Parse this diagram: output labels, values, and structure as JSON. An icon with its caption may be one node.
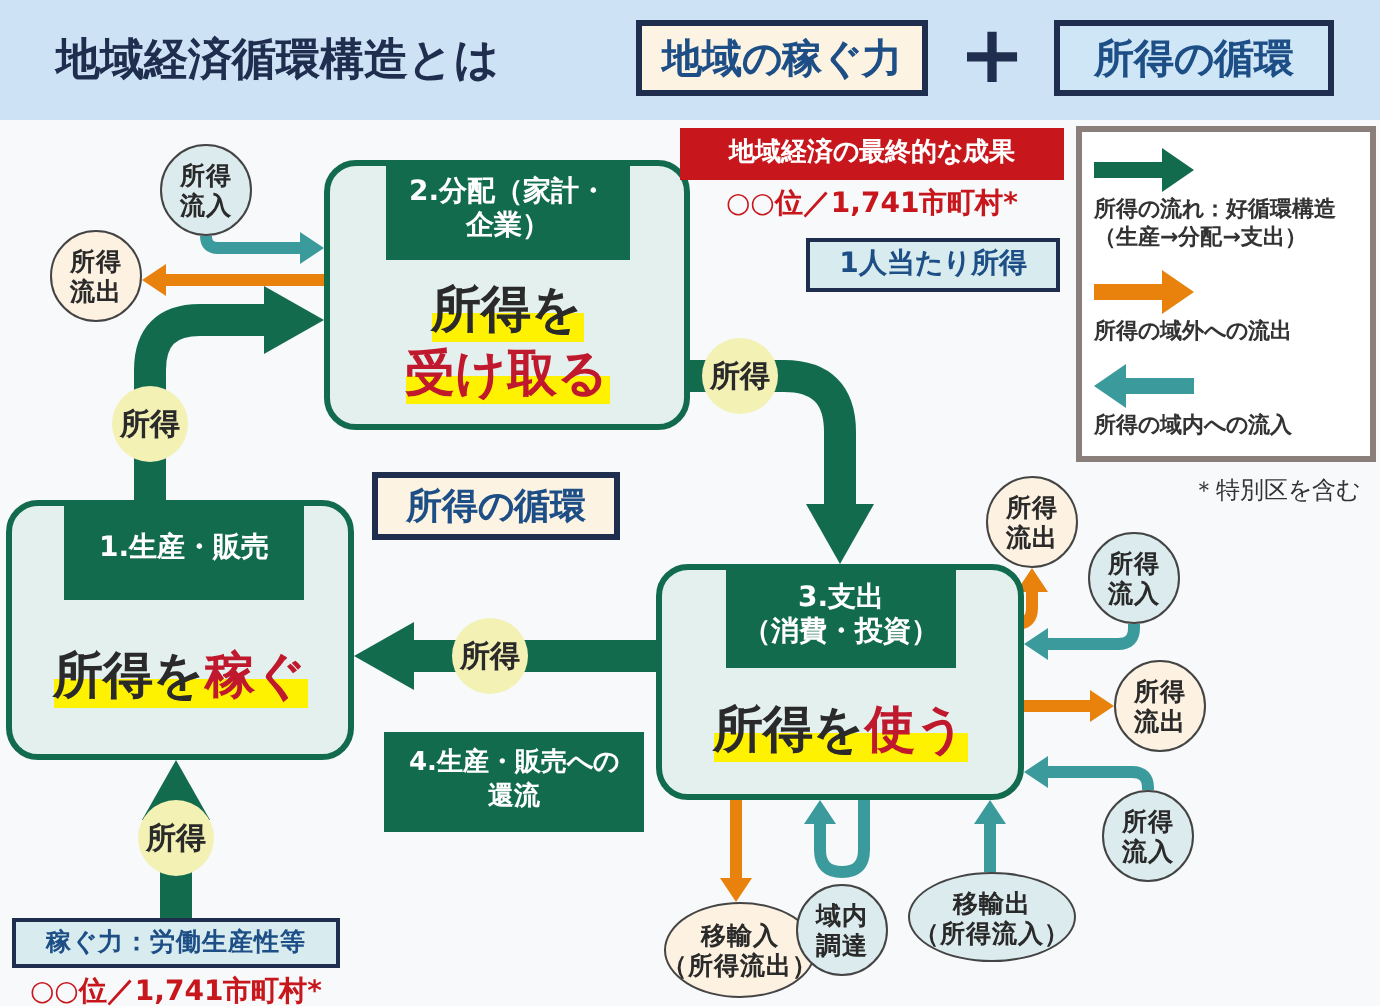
{
  "diagram": {
    "title": "地域経済循環構造とは",
    "nodes": [
      {
        "text": [
          "地域の稼ぐ力"
        ]
      },
      {
        "text": [
          "所得の循環"
        ]
      },
      {
        "text": [
          "所得流入"
        ]
      },
      {
        "text": [
          "2.分配（家計・企業）",
          "所得を",
          "受け取る"
        ]
      },
      {
        "text": [
          "地域経済の最終的な成果"
        ],
        "beside": [
          "○○位／1,741市町村*"
        ]
      },
      {
        "text": [
          "所得流出"
        ]
      },
      {
        "text": [
          "1人当たり所得"
        ]
      },
      {
        "text": [
          "1.生産・販売",
          "所得を",
          "稼ぐ"
        ]
      },
      {
        "text": [
          "所得の循環"
        ]
      },
      {
        "text": [
          "4.生産・販売への還流"
        ]
      },
      {
        "text": [
          "3.支出（消費・投資）",
          "所得を",
          "使う"
        ]
      },
      {
        "text": [
          "所得流出"
        ]
      },
      {
        "text": [
          "所得流入"
        ]
      },
      {
        "text": [
          "所得流出"
        ]
      },
      {
        "text": [
          "所得流入"
        ]
      },
      {
        "text": [
          "稼ぐ力：労働生産性等"
        ],
        "beside": [
          "○○位／1,741市町村*"
        ]
      },
      {
        "text": [
          "移輸入（所得流出）"
        ]
      },
      {
        "text": [
          "域内調達"
        ]
      },
      {
        "text": [
          "移輸出（所得流入）"
        ]
      }
    ],
    "edges": [
      {
        "from": 7,
        "to": 3,
        "arrow": "to",
        "label": "所得",
        "style": "thick",
        "color": "#136b4e"
      },
      {
        "from": 3,
        "to": 10,
        "arrow": "to",
        "label": "所得",
        "style": "thick",
        "color": "#136b4e"
      },
      {
        "from": 10,
        "to": 7,
        "arrow": "to",
        "label": "所得",
        "style": "thick",
        "color": "#136b4e"
      },
      {
        "from": 15,
        "to": 7,
        "arrow": "to",
        "label": "所得",
        "style": "thick",
        "color": "#136b4e"
      },
      {
        "from": 2,
        "to": 3,
        "arrow": "to",
        "color": "#3a9a9c"
      },
      {
        "from": 3,
        "to": 5,
        "arrow": "to",
        "color": "#e8820c"
      },
      {
        "from": 10,
        "to": 11,
        "arrow": "to",
        "color": "#e8820c"
      },
      {
        "from": 12,
        "to": 10,
        "arrow": "to",
        "color": "#3a9a9c"
      },
      {
        "from": 10,
        "to": 13,
        "arrow": "to",
        "color": "#e8820c"
      },
      {
        "from": 14,
        "to": 10,
        "arrow": "to",
        "color": "#3a9a9c"
      },
      {
        "from": 10,
        "to": 16,
        "arrow": "to",
        "color": "#e8820c"
      },
      {
        "from": 10,
        "to": 10,
        "arrow": "to",
        "color": "#3a9a9c"
      },
      {
        "from": 18,
        "to": 10,
        "arrow": "to",
        "color": "#3a9a9c"
      }
    ],
    "labels": [
      "+",
      "＊特別区を含む"
    ],
    "legend": [
      {
        "text": "所得の流れ：好循環構造（生産→分配→支出）",
        "color": "#136b4e"
      },
      {
        "text": "所得の域外への流出",
        "color": "#e8820c"
      },
      {
        "text": "所得の域内への流入",
        "color": "#3a9a9c"
      }
    ]
  }
}
